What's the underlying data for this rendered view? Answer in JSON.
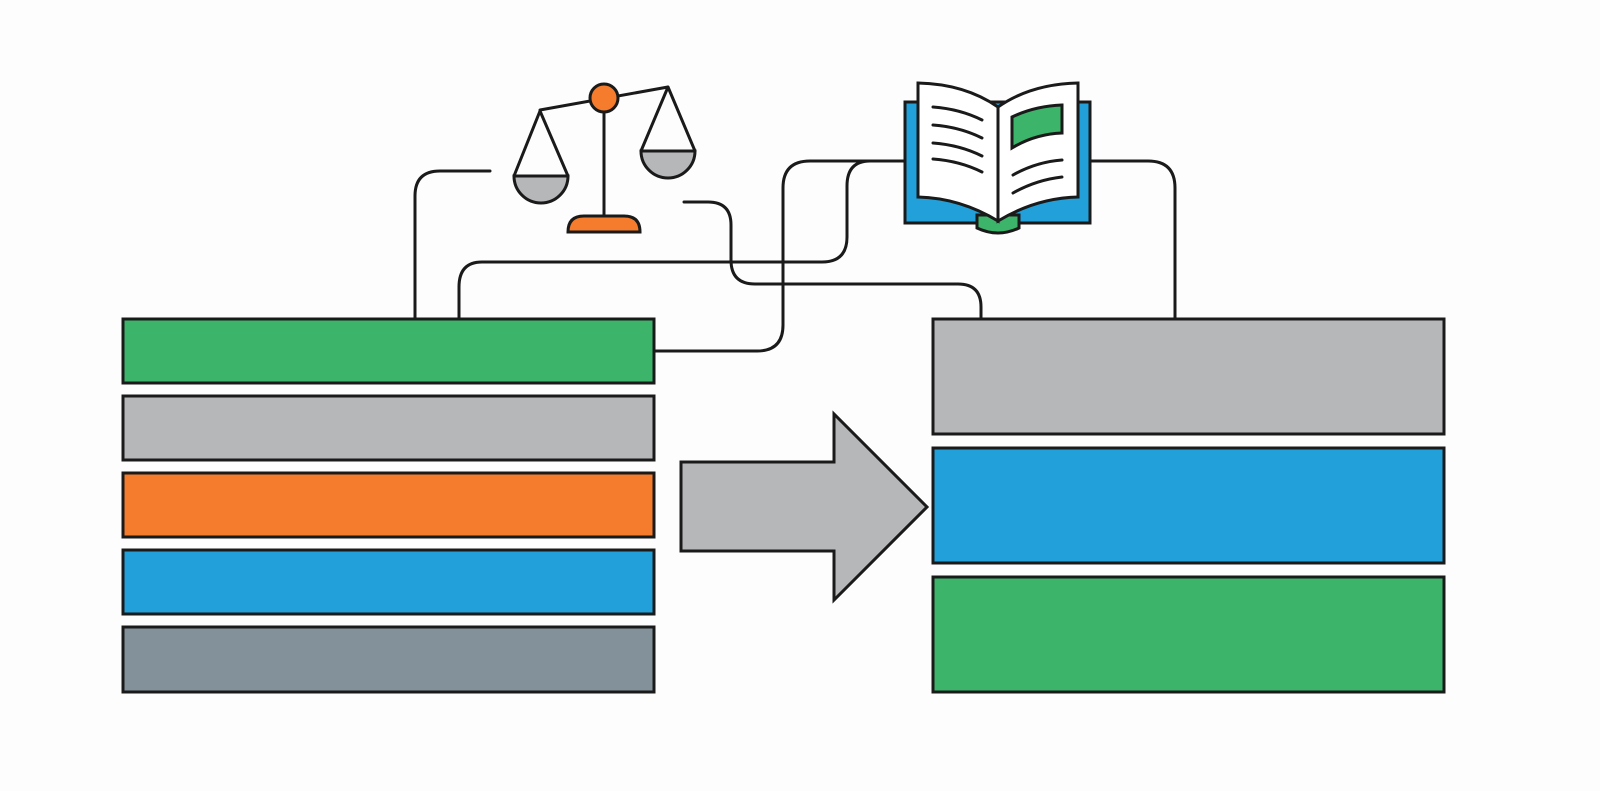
{
  "colors": {
    "green": "#3cb46a",
    "gray": "#b6b7b9",
    "orange": "#f47c2c",
    "blue": "#22a0d9",
    "slate": "#83919a",
    "outline": "#1a1a1a",
    "background": "#fdfdfd"
  },
  "diagram": {
    "left_stack": {
      "blocks": [
        {
          "name": "left-block-1",
          "color": "green"
        },
        {
          "name": "left-block-2",
          "color": "gray"
        },
        {
          "name": "left-block-3",
          "color": "orange"
        },
        {
          "name": "left-block-4",
          "color": "blue"
        },
        {
          "name": "left-block-5",
          "color": "slate"
        }
      ]
    },
    "right_stack": {
      "blocks": [
        {
          "name": "right-block-1",
          "color": "gray"
        },
        {
          "name": "right-block-2",
          "color": "blue"
        },
        {
          "name": "right-block-3",
          "color": "green"
        }
      ]
    },
    "arrow": {
      "icon": "right-arrow-icon",
      "color": "gray"
    },
    "icons": [
      {
        "name": "balance-scale-icon",
        "colors": [
          "orange",
          "gray"
        ]
      },
      {
        "name": "open-book-icon",
        "colors": [
          "blue",
          "green"
        ]
      }
    ]
  }
}
